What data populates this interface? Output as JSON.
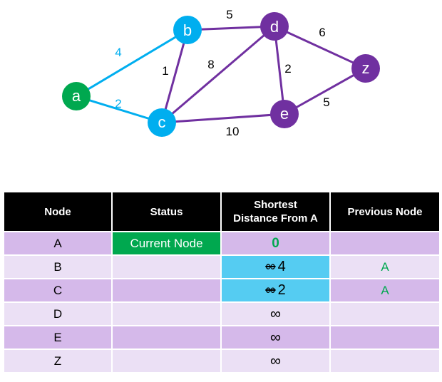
{
  "graph": {
    "nodes": [
      {
        "id": "a",
        "label": "a",
        "color": "#00a84f"
      },
      {
        "id": "b",
        "label": "b",
        "color": "#00aeef"
      },
      {
        "id": "c",
        "label": "c",
        "color": "#00aeef"
      },
      {
        "id": "d",
        "label": "d",
        "color": "#7030a0"
      },
      {
        "id": "e",
        "label": "e",
        "color": "#7030a0"
      },
      {
        "id": "z",
        "label": "z",
        "color": "#7030a0"
      }
    ],
    "edges": [
      {
        "from": "a",
        "to": "b",
        "weight": "4",
        "color": "#00aeef"
      },
      {
        "from": "a",
        "to": "c",
        "weight": "2",
        "color": "#00aeef"
      },
      {
        "from": "b",
        "to": "c",
        "weight": "1",
        "color": "#7030a0"
      },
      {
        "from": "b",
        "to": "d",
        "weight": "5",
        "color": "#7030a0"
      },
      {
        "from": "c",
        "to": "d",
        "weight": "8",
        "color": "#7030a0"
      },
      {
        "from": "c",
        "to": "e",
        "weight": "10",
        "color": "#7030a0"
      },
      {
        "from": "d",
        "to": "e",
        "weight": "2",
        "color": "#7030a0"
      },
      {
        "from": "d",
        "to": "z",
        "weight": "6",
        "color": "#7030a0"
      },
      {
        "from": "e",
        "to": "z",
        "weight": "5",
        "color": "#7030a0"
      }
    ]
  },
  "table": {
    "headers": {
      "node": "Node",
      "status": "Status",
      "distance_line1": "Shortest",
      "distance_line2": "Distance From A",
      "previous": "Previous Node"
    },
    "rows": [
      {
        "node": "A",
        "status": "Current Node",
        "dist_old": "",
        "dist": "0",
        "prev": ""
      },
      {
        "node": "B",
        "status": "",
        "dist_old": "∞",
        "dist": "4",
        "prev": "A"
      },
      {
        "node": "C",
        "status": "",
        "dist_old": "∞",
        "dist": "2",
        "prev": "A"
      },
      {
        "node": "D",
        "status": "",
        "dist_old": "",
        "dist": "∞",
        "prev": ""
      },
      {
        "node": "E",
        "status": "",
        "dist_old": "",
        "dist": "∞",
        "prev": ""
      },
      {
        "node": "Z",
        "status": "",
        "dist_old": "",
        "dist": "∞",
        "prev": ""
      }
    ]
  }
}
